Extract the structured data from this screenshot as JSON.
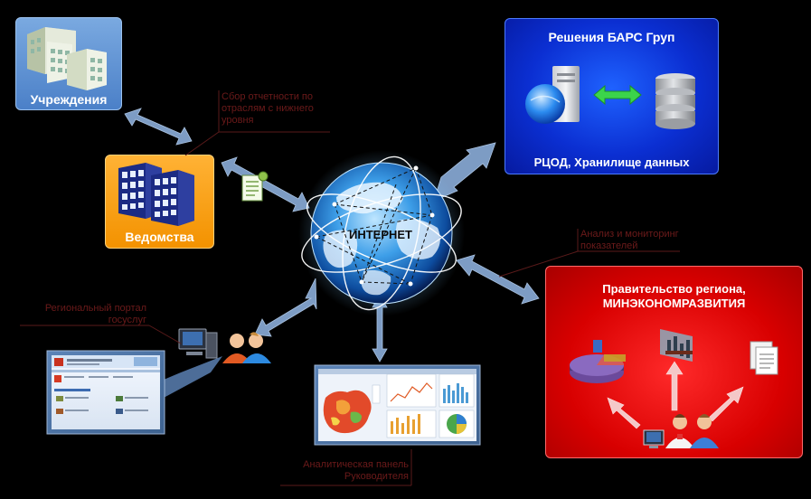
{
  "nodes": {
    "institutions": {
      "label": "Учреждения"
    },
    "departments": {
      "label": "Ведомства"
    },
    "bars": {
      "title": "Решения БАРС Груп",
      "subtitle": "РЦОД, Хранилище данных"
    },
    "internet": {
      "label": "ИНТЕРНЕТ"
    },
    "government": {
      "line1": "Правительство региона,",
      "line2": "МИНЭКОНОМРАЗВИТИЯ"
    }
  },
  "notes": {
    "collection": {
      "line1": "Сбор отчетности по",
      "line2": "отраслям с нижнего",
      "line3": "уровня"
    },
    "analysis": {
      "line1": "Анализ и мониторинг",
      "line2": "показателей"
    },
    "portal": {
      "line1": "Региональный портал",
      "line2": "госуслуг"
    },
    "dashboard": {
      "line1": "Аналитическая панель",
      "line2": "Руководителя"
    }
  },
  "colors": {
    "background": "#000000",
    "institutions_box": "#5b8fd4",
    "departments_box": "#f7a11a",
    "bars_box": "#0d36d8",
    "government_box": "#e00000",
    "note_text": "#6b1a1a",
    "arrow": "#7d9cc4"
  }
}
